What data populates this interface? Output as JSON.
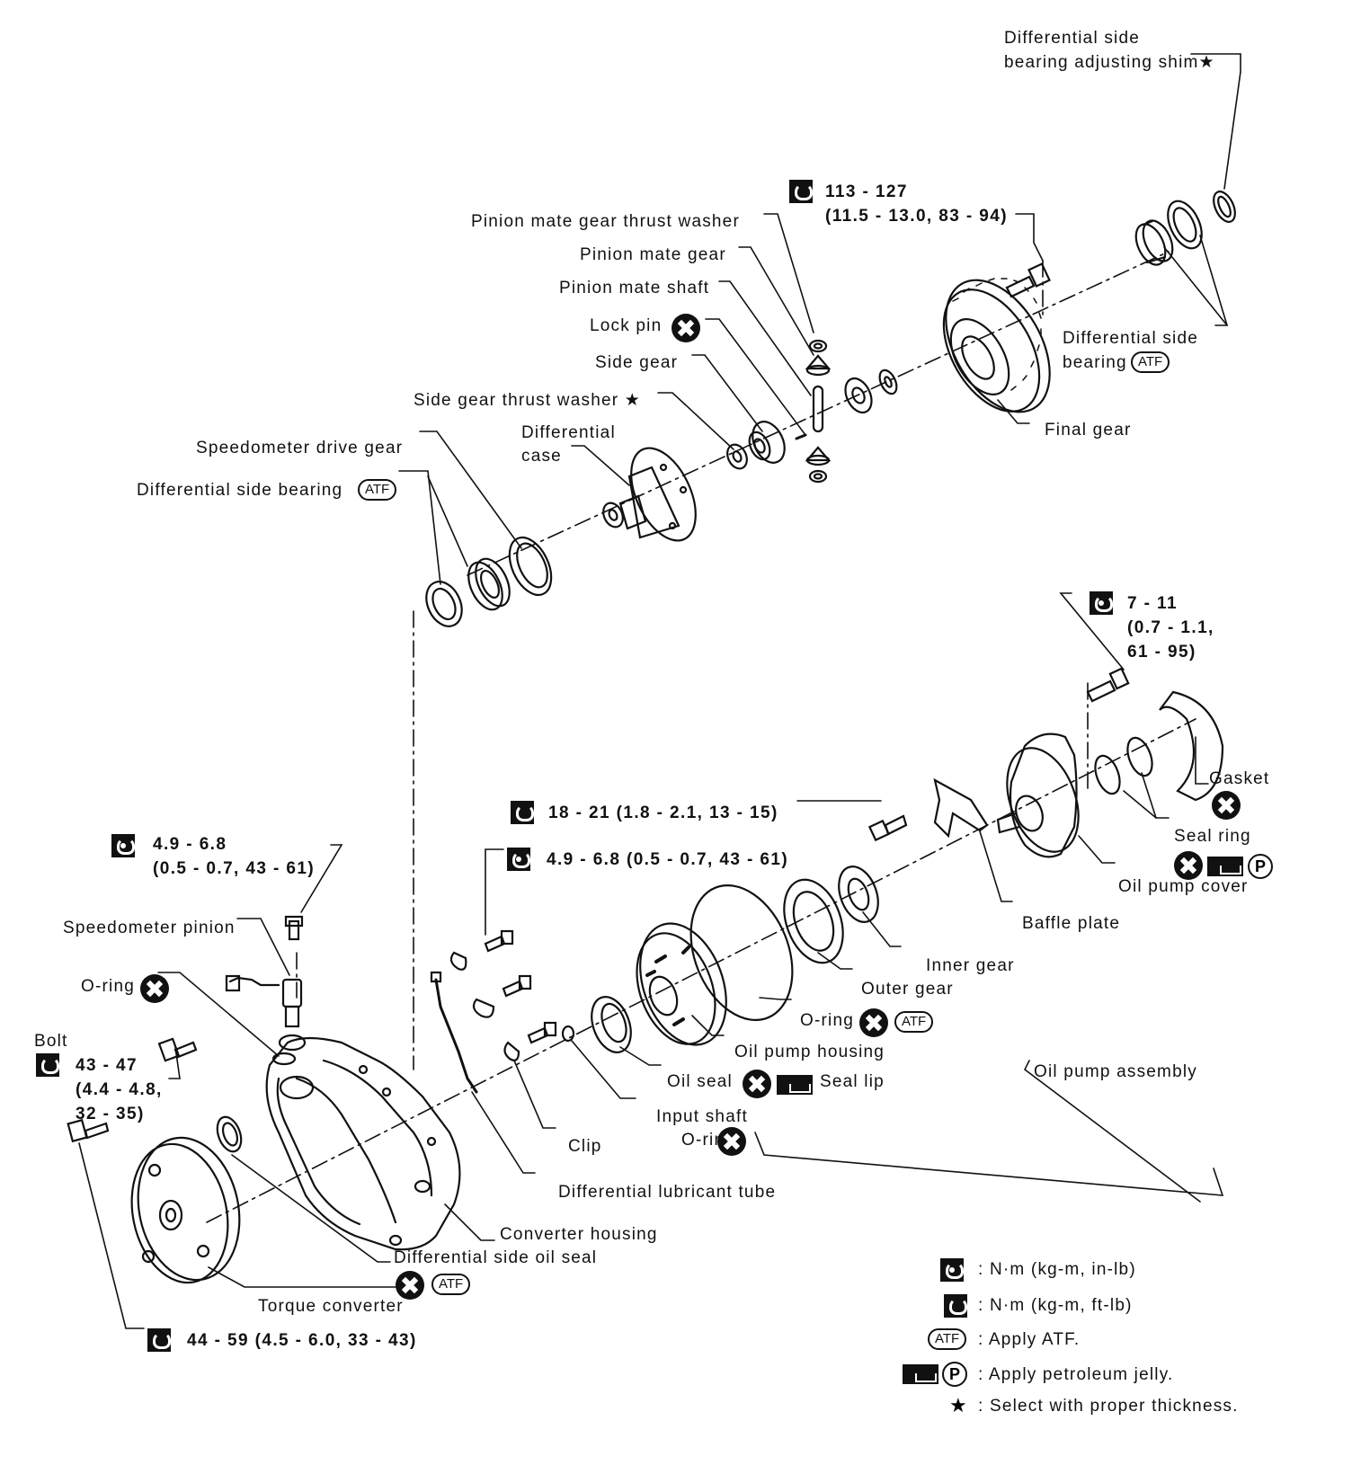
{
  "labels": {
    "shim": [
      "Differential side",
      "bearing adjusting shim★"
    ],
    "torque_final": [
      "113 - 127",
      "(11.5 - 13.0, 83 - 94)"
    ],
    "pinion_thrust_washer": "Pinion mate gear thrust washer",
    "pinion_mate_gear": "Pinion mate gear",
    "pinion_mate_shaft": "Pinion mate shaft",
    "lock_pin": "Lock pin",
    "side_gear": "Side gear",
    "side_gear_washer": "Side gear thrust washer ★",
    "diff_case": [
      "Differential",
      "case"
    ],
    "speedo_drive_gear": "Speedometer drive gear",
    "diff_side_bearing_left": "Differential side bearing",
    "diff_side_bearing_right": [
      "Differential side",
      "bearing"
    ],
    "final_gear": "Final gear",
    "torque_pump_cover": [
      "7 - 11",
      "(0.7 - 1.1,",
      "61 - 95)"
    ],
    "gasket": "Gasket",
    "seal_ring": "Seal ring",
    "oil_pump_cover": "Oil pump cover",
    "torque_baffle": "18 - 21 (1.8 - 2.1, 13 - 15)",
    "baffle_plate": "Baffle plate",
    "torque_bracket": "4.9 - 6.8 (0.5 - 0.7, 43 - 61)",
    "torque_speedo": [
      "4.9 - 6.8",
      "(0.5 - 0.7, 43 - 61)"
    ],
    "inner_gear": "Inner gear",
    "outer_gear": "Outer gear",
    "speedo_pinion": "Speedometer pinion",
    "o_ring_left": "O-ring",
    "o_ring_pump": "O-ring",
    "oil_pump_housing": "Oil pump housing",
    "oil_pump_assembly": "Oil pump assembly",
    "bolt": "Bolt",
    "torque_bolt": [
      "43 - 47",
      "(4.4 - 4.8,",
      "32 - 35)"
    ],
    "oil_seal": "Oil seal",
    "seal_lip": "Seal lip",
    "input_shaft": "Input shaft",
    "input_oring": "O-ring",
    "clip": "Clip",
    "lube_tube": "Differential lubricant tube",
    "converter_housing": "Converter housing",
    "diff_oil_seal": "Differential side oil seal",
    "torque_converter": "Torque converter",
    "torque_tc": "44 - 59 (4.5 - 6.0, 33 - 43)",
    "atf": "ATF"
  },
  "legend": {
    "items": [
      {
        "symbol": "wrench-filled-icon",
        "text": ": N·m (kg-m, in-lb)"
      },
      {
        "symbol": "wrench-icon",
        "text": ": N·m (kg-m, ft-lb)"
      },
      {
        "symbol": "atf-icon",
        "text": ": Apply ATF."
      },
      {
        "symbol": "petroleum-jelly-icon",
        "text": ": Apply petroleum jelly."
      },
      {
        "symbol": "star-icon",
        "text": ": Select with proper thickness."
      }
    ]
  }
}
